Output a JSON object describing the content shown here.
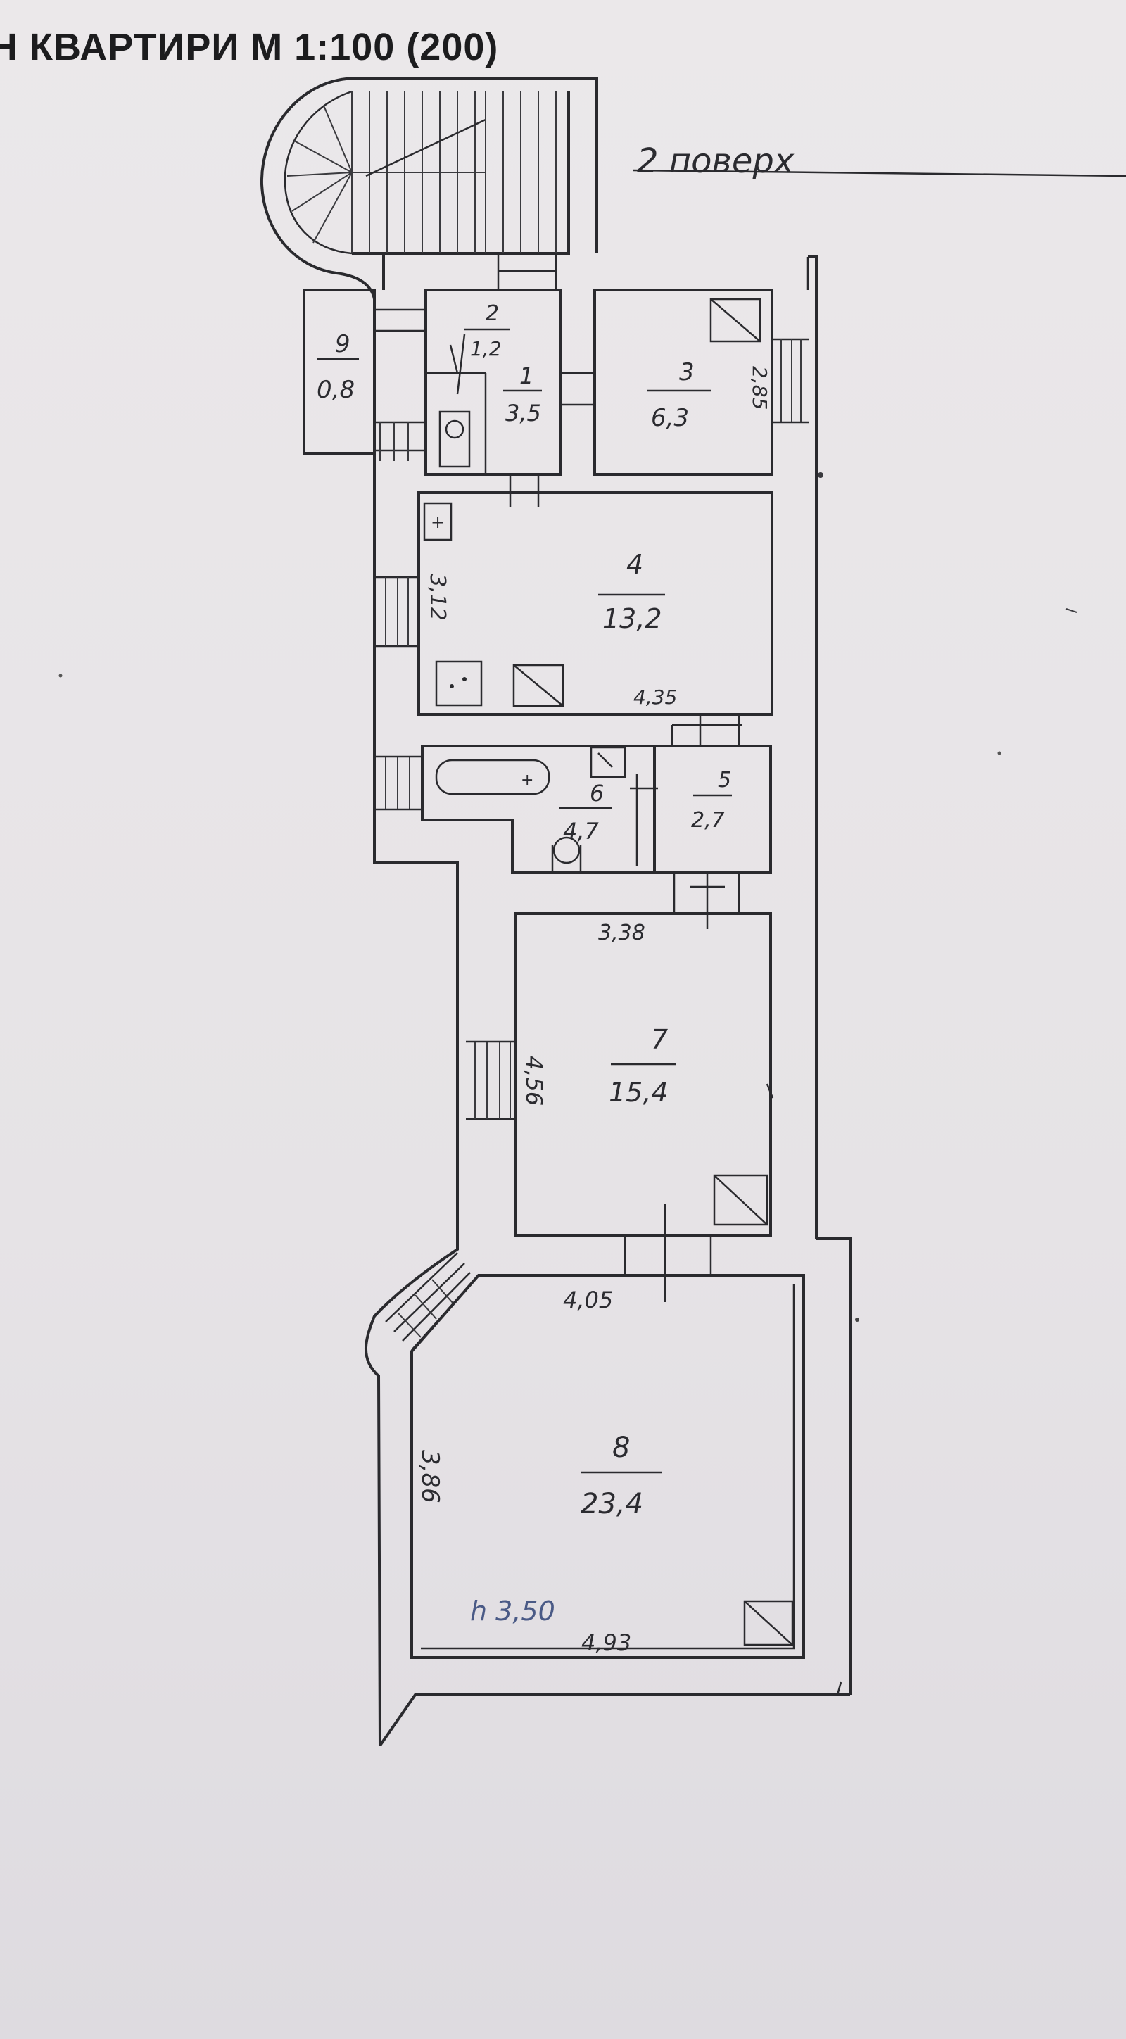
{
  "header": {
    "title": "Н КВАРТИРИ М 1:100 (200)",
    "floor_note": "2 поверх"
  },
  "rooms": [
    {
      "number": "9",
      "area": "0,8"
    },
    {
      "number": "2",
      "area": "1,2"
    },
    {
      "number": "1",
      "area": "3,5"
    },
    {
      "number": "3",
      "area": "6,3"
    },
    {
      "number": "4",
      "area": "13,2"
    },
    {
      "number": "6",
      "area": "4,7"
    },
    {
      "number": "5",
      "area": "2,7"
    },
    {
      "number": "7",
      "area": "15,4"
    },
    {
      "number": "8",
      "area": "23,4"
    }
  ],
  "dimensions": {
    "room3_side": "2,85",
    "room4_side": "3,12",
    "room4_width": "4,35",
    "room7_width": "3,38",
    "room7_side": "4,56",
    "room8_top": "4,05",
    "room8_side": "3,86",
    "room8_bottom": "4,93"
  },
  "ceiling_height": "h 3,50"
}
